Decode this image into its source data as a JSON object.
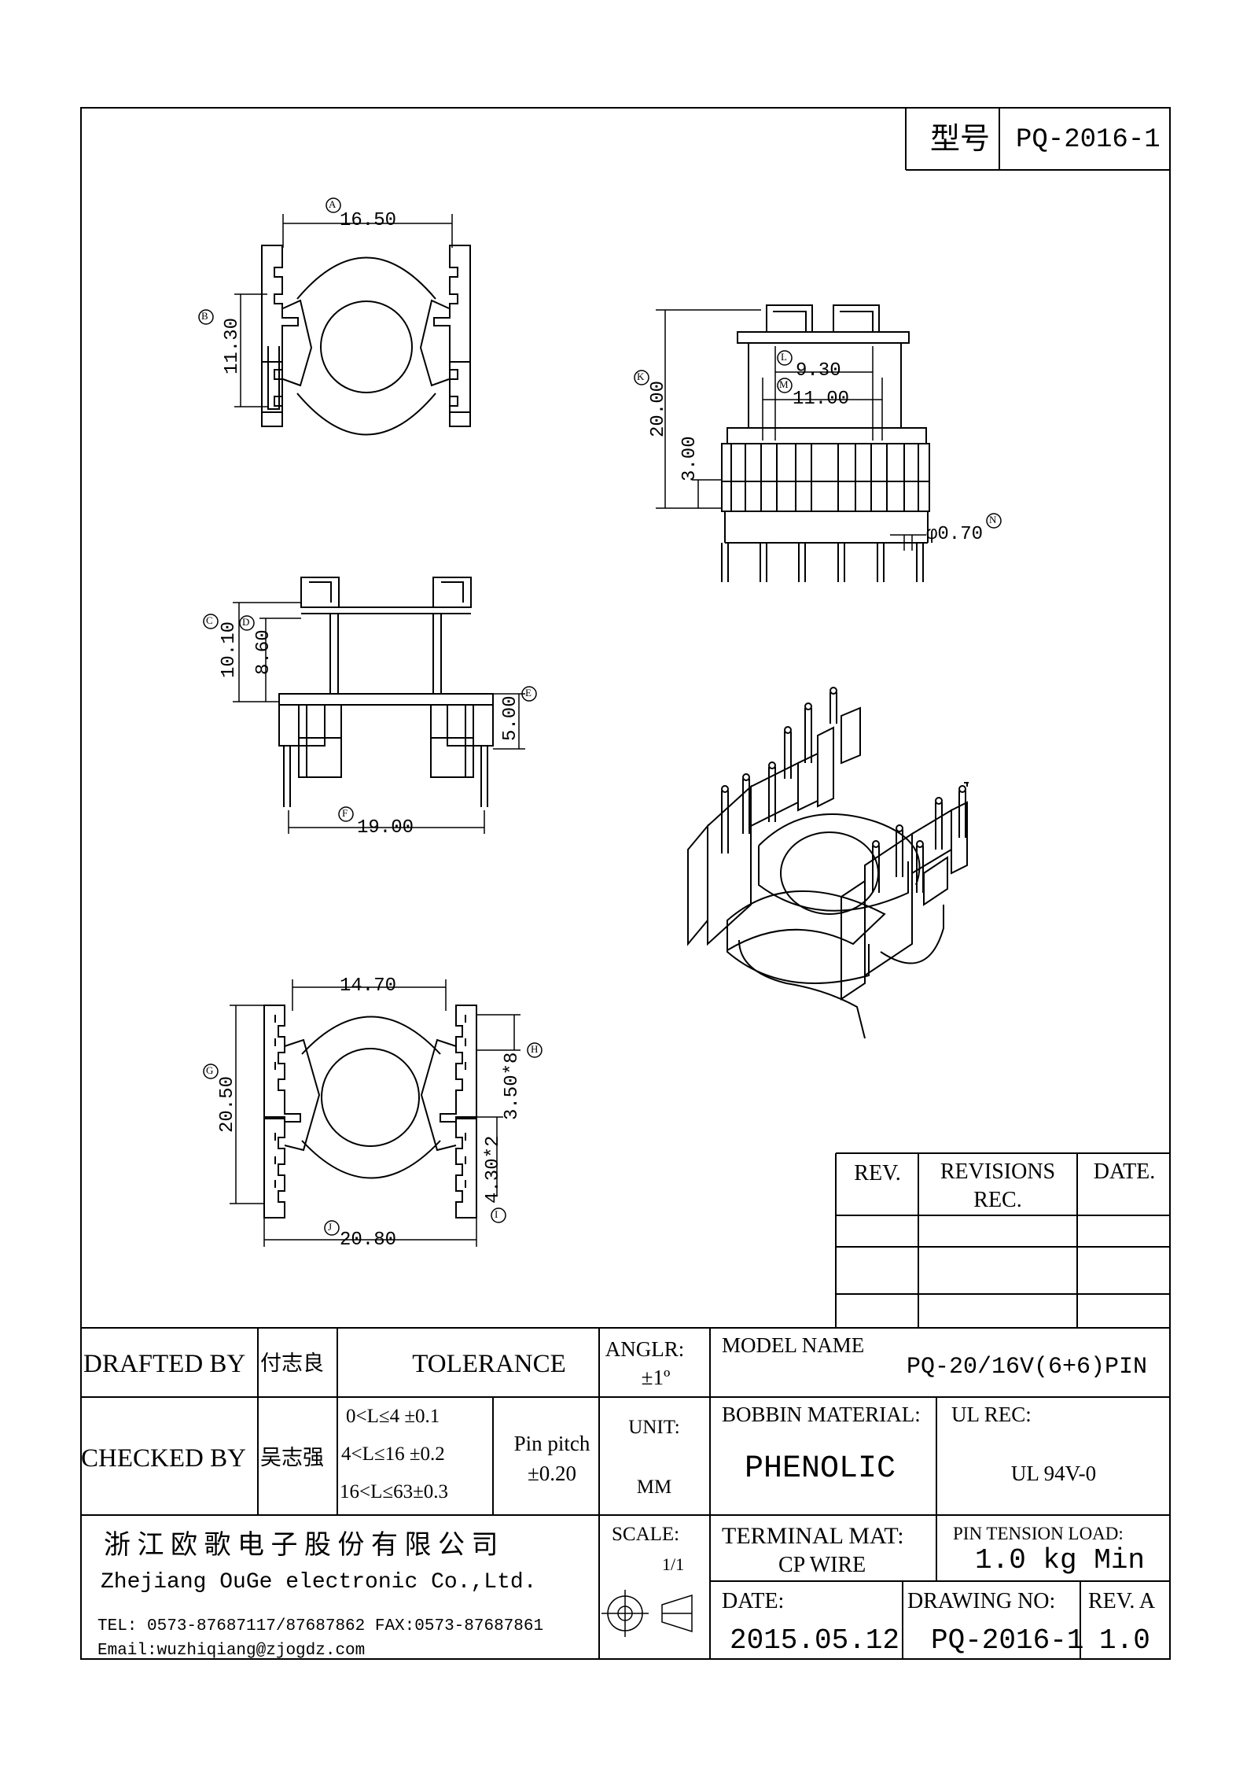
{
  "header": {
    "model_label": "型号",
    "model_value": "PQ-2016-1"
  },
  "dimensions": {
    "A": "16.50",
    "B": "11.30",
    "K": "20.00",
    "L": "9.30",
    "M": "11.00",
    "K2": "3.00",
    "N": "φ0.70",
    "C": "10.10",
    "D": "8.60",
    "E": "5.00",
    "F": "19.00",
    "G": "20.50",
    "H": "3.50*8",
    "I": "4.30*2",
    "top": "14.70",
    "J": "20.80"
  },
  "markers": {
    "A": "A",
    "B": "B",
    "C": "C",
    "D": "D",
    "E": "E",
    "F": "F",
    "G": "G",
    "H": "H",
    "I": "I",
    "J": "J",
    "K": "K",
    "L": "L",
    "M": "M",
    "N": "N"
  },
  "revisions": {
    "rev": "REV.",
    "rec_line1": "REVISIONS",
    "rec_line2": "REC.",
    "date": "DATE."
  },
  "title_block": {
    "drafted_by_label": "DRAFTED BY",
    "drafted_by": "付志良",
    "checked_by_label": "CHECKED BY",
    "checked_by": "吴志强",
    "tolerance": "TOLERANCE",
    "tol1": "0<L≤4  ±0.1",
    "tol2": "4<L≤16  ±0.2",
    "tol3": "16<L≤63±0.3",
    "pin_pitch_label": "Pin pitch",
    "pin_pitch_value": "±0.20",
    "angle_label": "ANGLR:",
    "angle_value": "±1º",
    "unit_label": "UNIT:",
    "unit_value": "MM",
    "scale_label": "SCALE:",
    "scale_value": "1/1",
    "model_name_label": "MODEL NAME",
    "model_name": "PQ-20/16V(6+6)PIN",
    "bobbin_label": "BOBBIN MATERIAL:",
    "bobbin": "PHENOLIC",
    "ul_label": "UL REC:",
    "ul": "UL 94V-0",
    "terminal_label": "TERMINAL MAT:",
    "terminal": "CP  WIRE",
    "pin_tension_label": "PIN  TENSION  LOAD:",
    "pin_tension": "1.0 kg Min",
    "date_label": "DATE:",
    "date": "2015.05.12",
    "drawing_no_label": "DRAWING NO:",
    "drawing_no": "PQ-2016-1",
    "rev_a_label": "REV. A",
    "rev_a": "1.0"
  },
  "company": {
    "name_cn": "浙 江 欧 歌 电 子 股 份 有 限 公 司",
    "name_en": "Zhejiang OuGe electronic Co.,Ltd.",
    "tel": "TEL: 0573-87687117/87687862   FAX:0573-87687861",
    "email": "Email:wuzhiqiang@zjogdz.com"
  }
}
